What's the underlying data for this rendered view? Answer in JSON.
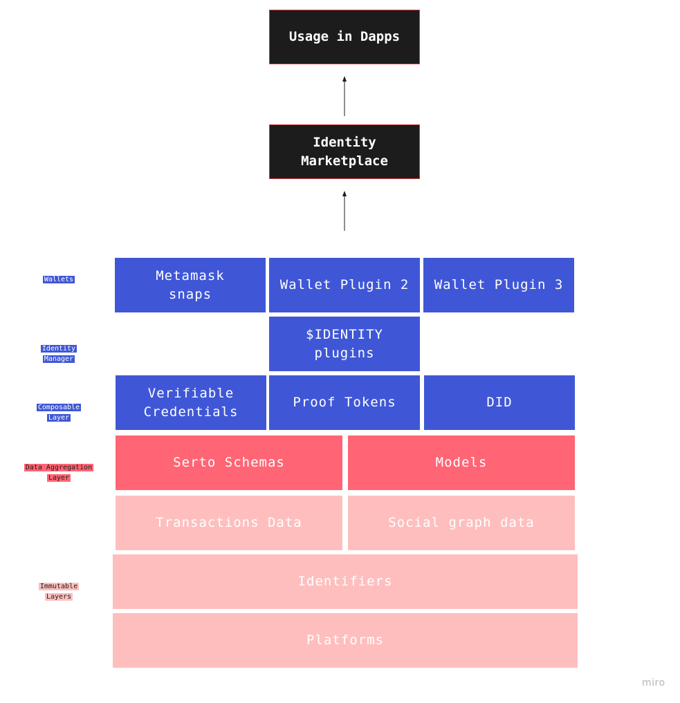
{
  "top": {
    "usage": "Usage in Dapps",
    "marketplace": "Identity\nMarketplace"
  },
  "wallets": {
    "label": "Wallets",
    "metamask": "Metamask\nsnaps",
    "plugin2": "Wallet Plugin 2",
    "plugin3": "Wallet Plugin 3"
  },
  "identity_manager": {
    "label": "Identity\nManager",
    "plugins": "$IDENTITY\nplugins"
  },
  "composable": {
    "label": "Composable\nLayer",
    "verifiable": "Verifiable\nCredentials",
    "proof": "Proof Tokens",
    "did": "DID"
  },
  "aggregation": {
    "label": "Data Aggregation\nLayer",
    "serto": "Serto Schemas",
    "models": "Models"
  },
  "immutable": {
    "label": "Immutable\nLayers",
    "transactions": "Transactions Data",
    "social": "Social graph data",
    "identifiers": "Identifiers",
    "platforms": "Platforms"
  },
  "watermark": "miro",
  "colors": {
    "dark": "#1c1c1c",
    "blue": "#3f57d6",
    "red": "#ff6574",
    "pink": "#ffbebe",
    "border": "#e03535"
  }
}
